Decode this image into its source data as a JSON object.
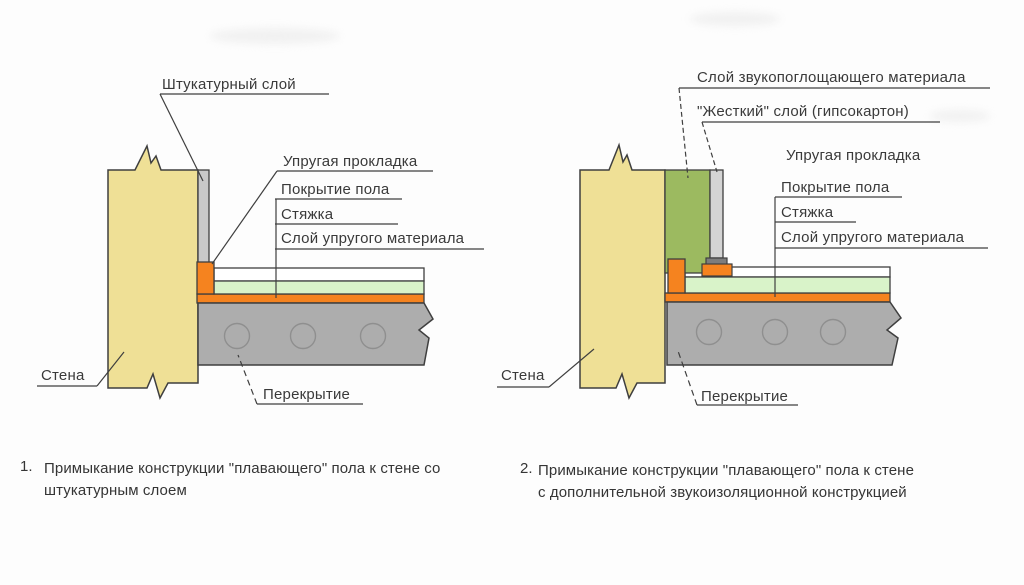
{
  "colors": {
    "wall_yellow": "#efe096",
    "plaster_gray": "#c9c9c9",
    "sound_green": "#9cba60",
    "screed_green": "#d9f3c9",
    "elastic_orange": "#f5831f",
    "slab_gray": "#adadad",
    "drywall_gray": "#d4d4d4",
    "foot_gray": "#7d7d7d",
    "line_dark": "#3f3f3f"
  },
  "left": {
    "labels": {
      "plaster": "Штукатурный слой",
      "gasket": "Упругая прокладка",
      "covering": "Покрытие пола",
      "screed": "Стяжка",
      "elastic": "Слой упругого материала",
      "wall": "Стена",
      "slab": "Перекрытие"
    },
    "caption_num": "1.",
    "caption_lines": [
      "Примыкание конструкции \"плавающего\" пола к стене со",
      "штукатурным слоем"
    ]
  },
  "right": {
    "labels": {
      "sound_absorbing": "Слой звукопоглощающего материала",
      "rigid": "\"Жесткий\" слой (гипсокартон)",
      "gasket": "Упругая прокладка",
      "covering": "Покрытие пола",
      "screed": "Стяжка",
      "elastic": "Слой упругого материала",
      "wall": "Стена",
      "slab": "Перекрытие"
    },
    "caption_num": "2.",
    "caption_lines": [
      "Примыкание конструкции \"плавающего\" пола к стене",
      "с дополнительной звукоизоляционной конструкцией"
    ]
  }
}
